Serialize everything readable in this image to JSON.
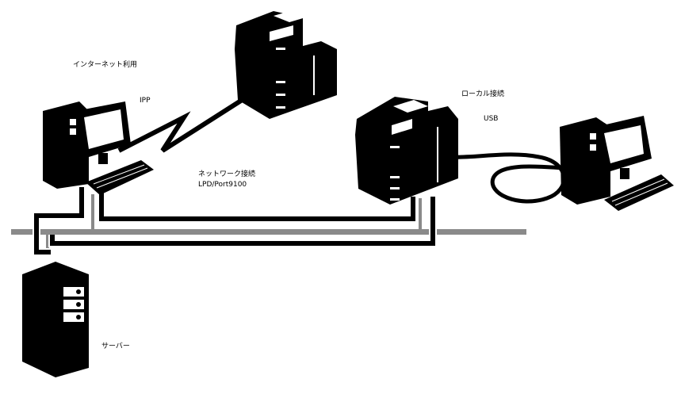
{
  "labels": {
    "internet": "インターネット利用",
    "ipp": "IPP",
    "local": "ローカル接続",
    "usb": "USB",
    "network": "ネットワーク接続",
    "lpd": "LPD/Port9100",
    "server": "サーバー"
  },
  "colors": {
    "cable_black": "#000000",
    "backbone_gray": "#8a8a8a",
    "device": "#000000",
    "background": "#ffffff"
  }
}
